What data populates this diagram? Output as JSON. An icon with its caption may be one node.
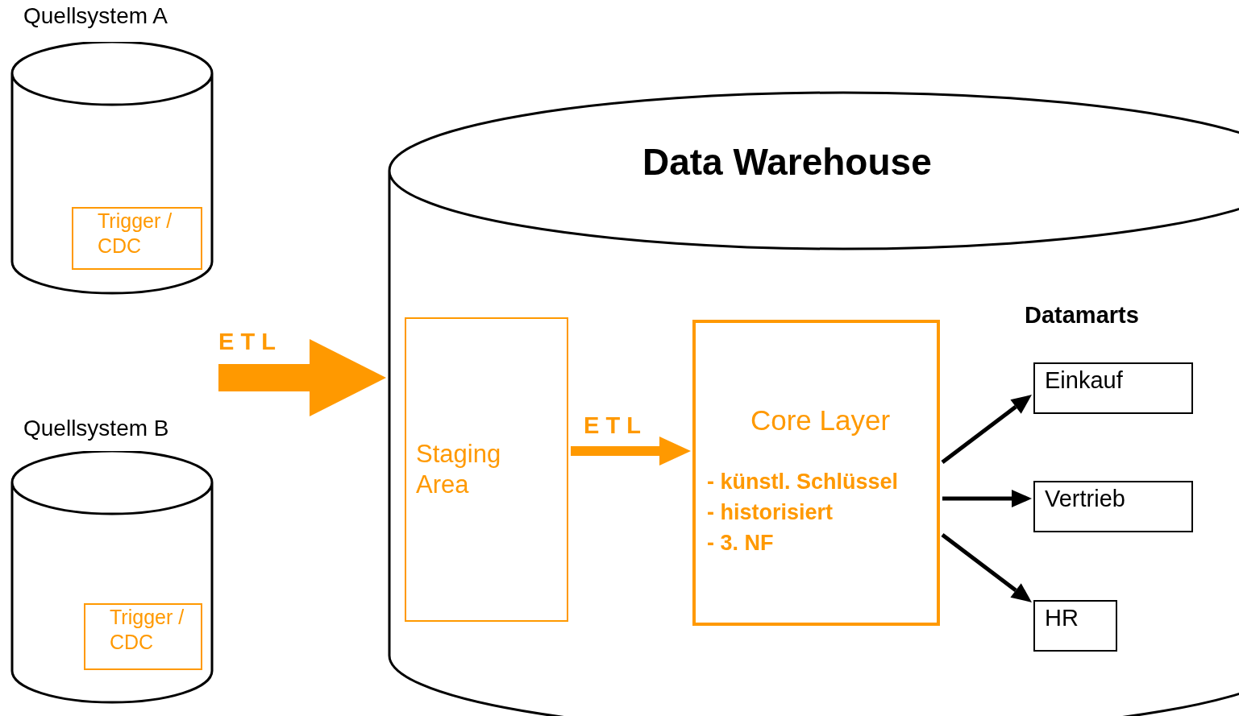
{
  "diagram": {
    "nodes": [
      {
        "text": [
          "Quellsystem A"
        ]
      },
      {
        "text": [
          "Trigger / CDC"
        ],
        "in": 0
      },
      {
        "text": [
          "Quellsystem B"
        ]
      },
      {
        "text": [
          "Trigger / CDC"
        ],
        "in": 2
      },
      {
        "text": [
          "Data Warehouse"
        ]
      },
      {
        "text": [
          "Staging Area"
        ],
        "in": 4
      },
      {
        "text": [
          "Core Layer",
          "- künstl. Schlüssel",
          "- historisiert",
          "- 3. NF"
        ],
        "in": 4
      },
      {
        "text": [
          "Einkauf"
        ],
        "in": 4
      },
      {
        "text": [
          "Vertrieb"
        ],
        "in": 4
      },
      {
        "text": [
          "HR"
        ],
        "in": 4
      }
    ],
    "edges": [
      {
        "from": null,
        "to": 4,
        "arrow": "to",
        "label": "E T L",
        "style": "thick",
        "color": "#ff9900"
      },
      {
        "from": 5,
        "to": 6,
        "arrow": "to",
        "label": "E T L",
        "style": "thick",
        "color": "#ff9900"
      },
      {
        "from": 6,
        "to": 7,
        "arrow": "to"
      },
      {
        "from": 6,
        "to": 8,
        "arrow": "to"
      },
      {
        "from": 6,
        "to": 9,
        "arrow": "to"
      }
    ],
    "labels": [
      "Datamarts"
    ]
  }
}
